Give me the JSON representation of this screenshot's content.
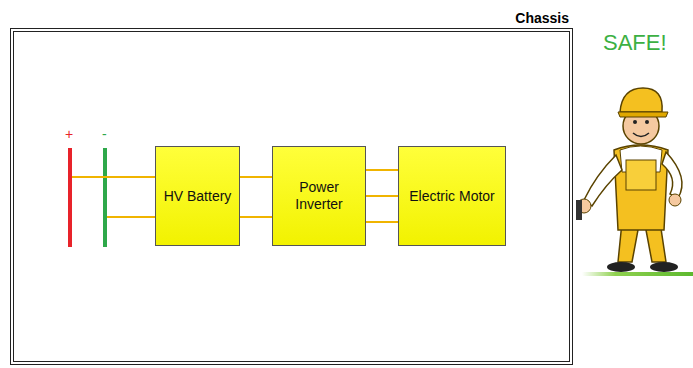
{
  "diagram": {
    "nodes": [
      {
        "text": [
          "Chassis"
        ]
      },
      {
        "text": [
          "HV Battery"
        ],
        "in": 0
      },
      {
        "text": [
          "Power Inverter"
        ],
        "in": 0
      },
      {
        "text": [
          "Electric Motor"
        ],
        "in": 0
      }
    ],
    "edges": [
      {
        "from": 1,
        "to": 2,
        "arrow": "none"
      },
      {
        "from": 1,
        "to": 2,
        "arrow": "none"
      },
      {
        "from": 2,
        "to": 3,
        "arrow": "none"
      },
      {
        "from": 2,
        "to": 3,
        "arrow": "none"
      },
      {
        "from": 2,
        "to": 3,
        "arrow": "none"
      }
    ],
    "labels": [
      "+",
      "-",
      "SAFE!"
    ]
  }
}
